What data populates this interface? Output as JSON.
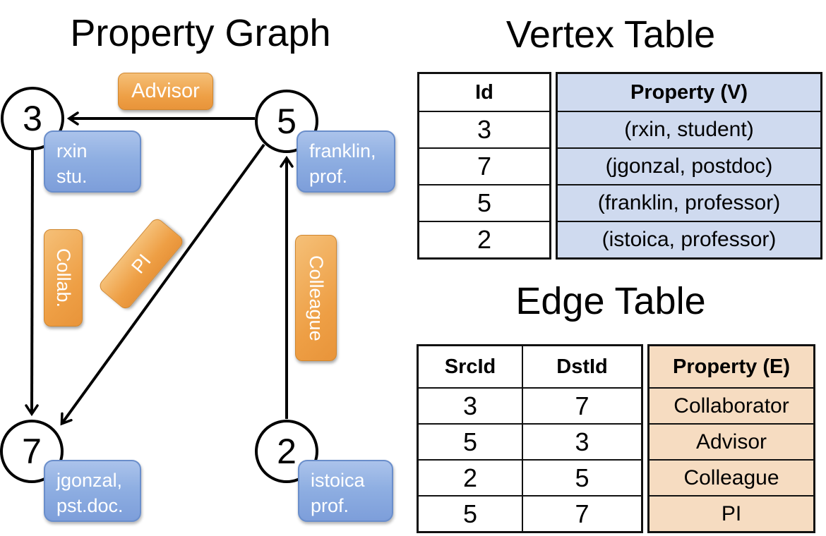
{
  "titles": {
    "graph": "Property Graph",
    "vertex_table": "Vertex Table",
    "edge_table": "Edge Table"
  },
  "graph": {
    "nodes": [
      {
        "id": "3",
        "property_lines": [
          "rxin",
          "stu."
        ]
      },
      {
        "id": "5",
        "property_lines": [
          "franklin,",
          "prof."
        ]
      },
      {
        "id": "7",
        "property_lines": [
          "jgonzal,",
          "pst.doc."
        ]
      },
      {
        "id": "2",
        "property_lines": [
          "istoica",
          "prof."
        ]
      }
    ],
    "edges": [
      {
        "label": "Advisor",
        "from": "5",
        "to": "3"
      },
      {
        "label": "Collab.",
        "from": "3",
        "to": "7"
      },
      {
        "label": "PI",
        "from": "5",
        "to": "7"
      },
      {
        "label": "Colleague",
        "from": "2",
        "to": "5"
      }
    ]
  },
  "vertex_table": {
    "headers": {
      "id": "Id",
      "property": "Property (V)"
    },
    "rows": [
      {
        "id": "3",
        "property": "(rxin, student)"
      },
      {
        "id": "7",
        "property": "(jgonzal, postdoc)"
      },
      {
        "id": "5",
        "property": "(franklin, professor)"
      },
      {
        "id": "2",
        "property": "(istoica, professor)"
      }
    ]
  },
  "edge_table": {
    "headers": {
      "src": "SrcId",
      "dst": "DstId",
      "property": "Property (E)"
    },
    "rows": [
      {
        "src": "3",
        "dst": "7",
        "property": "Collaborator"
      },
      {
        "src": "5",
        "dst": "3",
        "property": "Advisor"
      },
      {
        "src": "2",
        "dst": "5",
        "property": "Colleague"
      },
      {
        "src": "5",
        "dst": "7",
        "property": "PI"
      }
    ]
  },
  "colors": {
    "edge_label_top": "#f5c078",
    "edge_label_bottom": "#e8943a",
    "edge_label_border": "#d0862e",
    "vertex_card_top": "#abc3eb",
    "vertex_card_bottom": "#7d9eda",
    "vertex_card_border": "#6a8ecb",
    "vertex_property_column_bg": "#cfdaef",
    "edge_property_column_bg": "#f6dcc1",
    "table_border": "#111111",
    "edge_line": "#000000",
    "text_on_pills": "#ffffff"
  }
}
